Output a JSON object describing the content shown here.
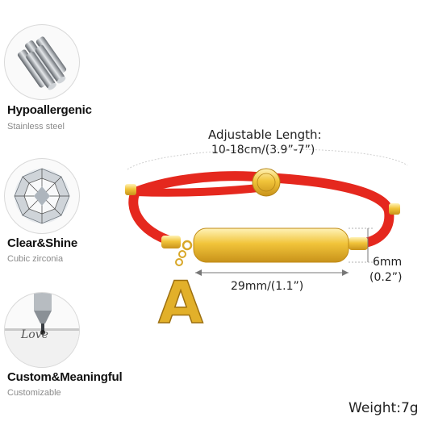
{
  "features": [
    {
      "title": "Hypoallergenic",
      "subtitle": "Stainless steel",
      "icon": "steel-rods-icon"
    },
    {
      "title": "Clear&Shine",
      "subtitle": "Cubic zirconia",
      "icon": "diamond-icon"
    },
    {
      "title": "Custom&Meaningful",
      "subtitle": "Customizable",
      "icon": "engraving-icon"
    }
  ],
  "engraving_sample": "Love",
  "pendant_letter": "A",
  "specs": {
    "length_label": "Adjustable Length:",
    "length_value": "10-18cm/(3.9”-7”)",
    "plate_length": "29mm/(1.1”)",
    "plate_height_mm": "6mm",
    "plate_height_in": "(0.2”)",
    "weight": "Weight:7g"
  },
  "colors": {
    "cord": "#e5281e",
    "gold": "#e6b52a",
    "steel": "#9aa0a6"
  }
}
